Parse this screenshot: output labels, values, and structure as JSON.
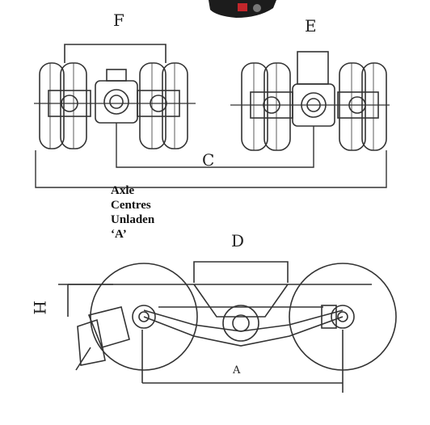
{
  "labels": {
    "F": "F",
    "E": "E",
    "C": "C",
    "D": "D",
    "H": "H",
    "A": "A"
  },
  "note": {
    "line1": "Axle",
    "line2": "Centres",
    "line3": "Unladen",
    "line4": "‘A’"
  }
}
